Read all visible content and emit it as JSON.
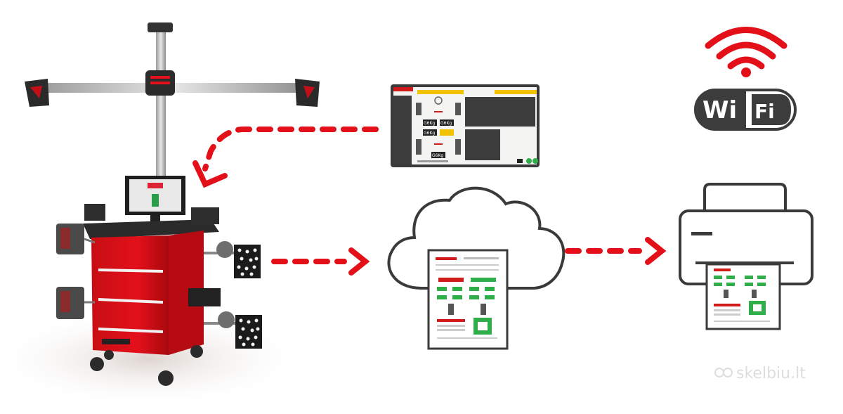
{
  "wifi_badge": {
    "left": "Wi",
    "right": "Fi"
  },
  "screen_labels": {
    "plate": "G6Kg",
    "plate2": "G6Kg",
    "plate3": "G6Kg",
    "plate4": "G6Kg"
  },
  "watermark": {
    "text": "skelbiu.lt"
  },
  "icons": [
    "wheel-aligner-machine",
    "monitor-software-screen",
    "cloud-icon",
    "report-document",
    "printer-icon",
    "wifi-icon"
  ],
  "colors": {
    "accent_red": "#e3101a",
    "dark_gray": "#3c3c3c",
    "yellow_bar": "#f2c200"
  }
}
